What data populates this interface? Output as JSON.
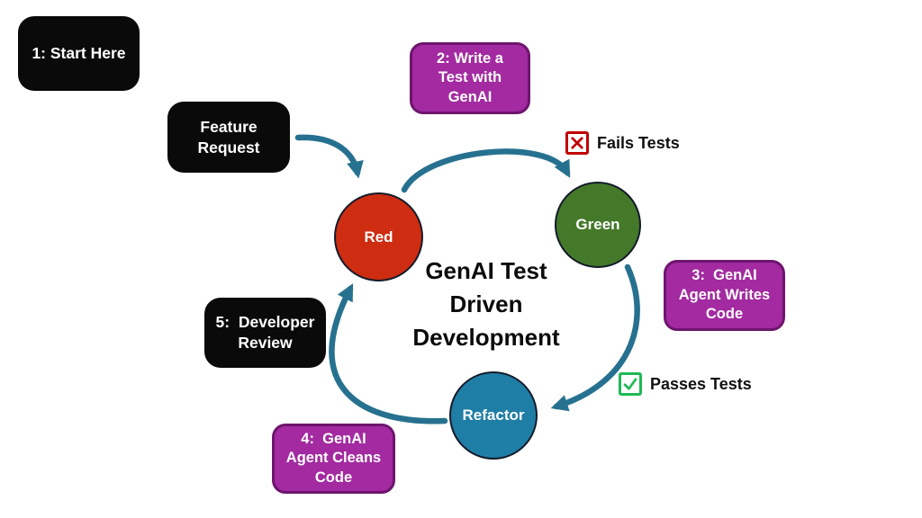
{
  "title": {
    "lines": [
      "GenAI Test",
      "Driven",
      "Development"
    ]
  },
  "boxes": {
    "start": {
      "lines": [
        "1: Start Here"
      ]
    },
    "feature": {
      "lines": [
        "Feature",
        "Request"
      ]
    },
    "step2": {
      "lines": [
        "2: Write a",
        "Test with",
        "GenAI"
      ]
    },
    "step3": {
      "lines": [
        "3:  GenAI",
        "Agent Writes",
        "Code"
      ]
    },
    "step4": {
      "lines": [
        "4:  GenAI",
        "Agent Cleans",
        "Code"
      ]
    },
    "step5": {
      "lines": [
        "5:  Developer",
        "Review"
      ]
    }
  },
  "nodes": {
    "red": {
      "label": "Red",
      "color": "#ce2d12"
    },
    "green": {
      "label": "Green",
      "color": "#44792a"
    },
    "refactor": {
      "label": "Refactor",
      "color": "#1f7ea5"
    }
  },
  "badges": {
    "fails": {
      "label": "Fails Tests",
      "icon": "x-icon",
      "color": "#c00000"
    },
    "passes": {
      "label": "Passes Tests",
      "icon": "check-icon",
      "color": "#1fb955"
    }
  },
  "colors": {
    "background": "#ffffff",
    "arrow": "#26718f",
    "black_box": "#0a0a0a",
    "purple_fill": "#a32aa0",
    "purple_border": "#6e156e",
    "circle_border": "#141b2a",
    "title_text": "#0b0b0b"
  }
}
